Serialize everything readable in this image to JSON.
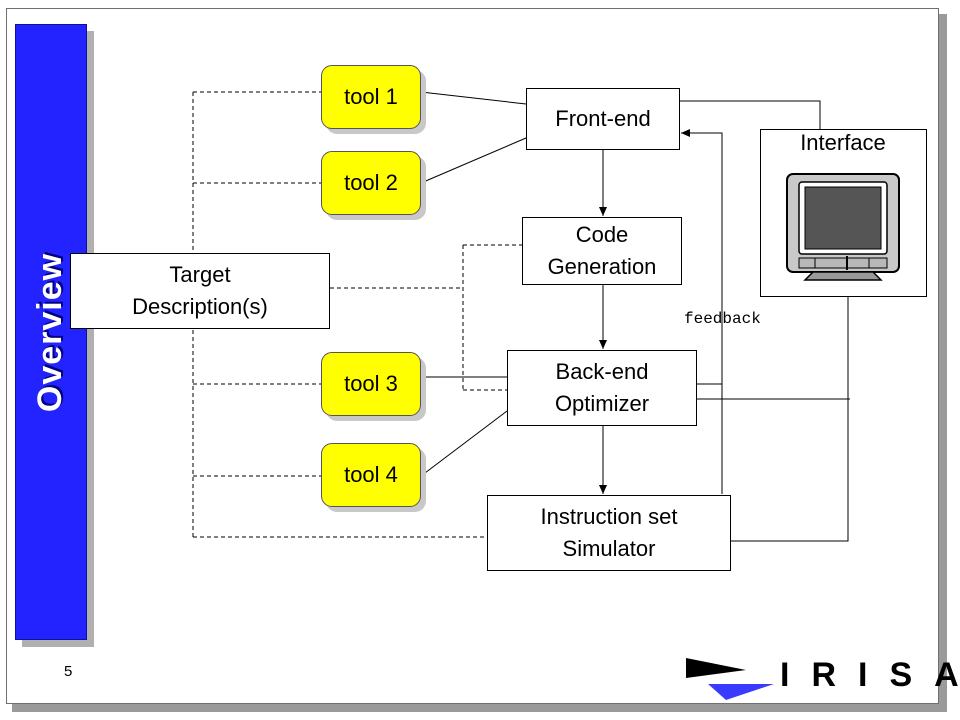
{
  "slide": {
    "title": "Overview",
    "page_number": "5",
    "logo_text": "IRISA",
    "colors": {
      "sidebar": "#2323ff",
      "tool": "#ffff00",
      "logo_flag_blue": "#3a3aff"
    }
  },
  "diagram": {
    "tools": [
      "tool 1",
      "tool 2",
      "tool 3",
      "tool 4"
    ],
    "target_desc": {
      "line1": "Target",
      "line2": "Description(s)"
    },
    "front_end": "Front-end",
    "code_gen": {
      "line1": "Code",
      "line2": "Generation"
    },
    "backend": {
      "line1": "Back-end",
      "line2": "Optimizer"
    },
    "simulator": {
      "line1": "Instruction set",
      "line2": "Simulator"
    },
    "interface": "Interface",
    "feedback": "feedback",
    "interface_icon": "monitor-icon"
  }
}
